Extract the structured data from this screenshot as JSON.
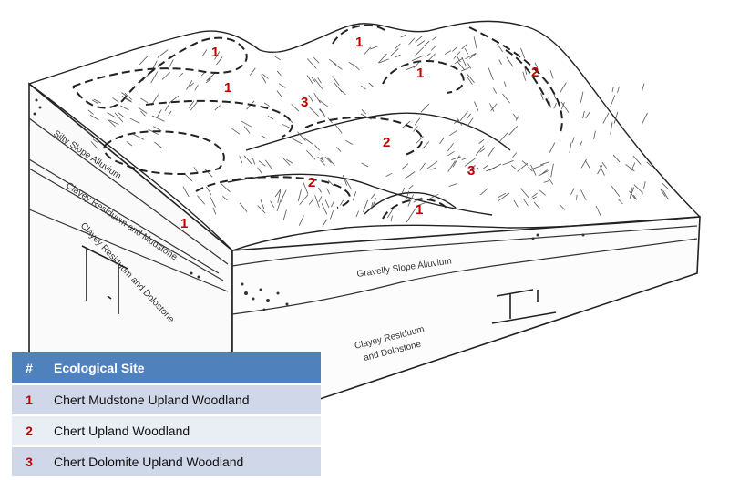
{
  "map_labels": {
    "sites": [
      "1",
      "1",
      "1",
      "1",
      "3",
      "2",
      "2",
      "2",
      "3",
      "1",
      "1"
    ]
  },
  "layer_labels": {
    "silty_slope_alluvium": "Silty Slope Alluvium",
    "clayey_residuum_mudstone": "Clayey Residuum and Mudstone",
    "clayey_residuum_dolostone_left": "Clayey Residuum and Dolostone",
    "gravelly_slope_alluvium": "Gravelly Slope Alluvium",
    "clayey_residuum_front_line1": "Clayey Residuum",
    "clayey_residuum_front_line2": "and Dolostone"
  },
  "legend": {
    "header_num": "#",
    "header_site": "Ecological Site",
    "rows": [
      {
        "num": "1",
        "name": "Chert Mudstone Upland Woodland"
      },
      {
        "num": "2",
        "name": "Chert Upland Woodland"
      },
      {
        "num": "3",
        "name": "Chert Dolomite Upland Woodland"
      }
    ]
  },
  "colors": {
    "number_red": "#c00000",
    "legend_header_blue": "#4f81bd",
    "legend_row_dark": "#cfd7e8",
    "legend_row_light": "#e9edf4"
  }
}
